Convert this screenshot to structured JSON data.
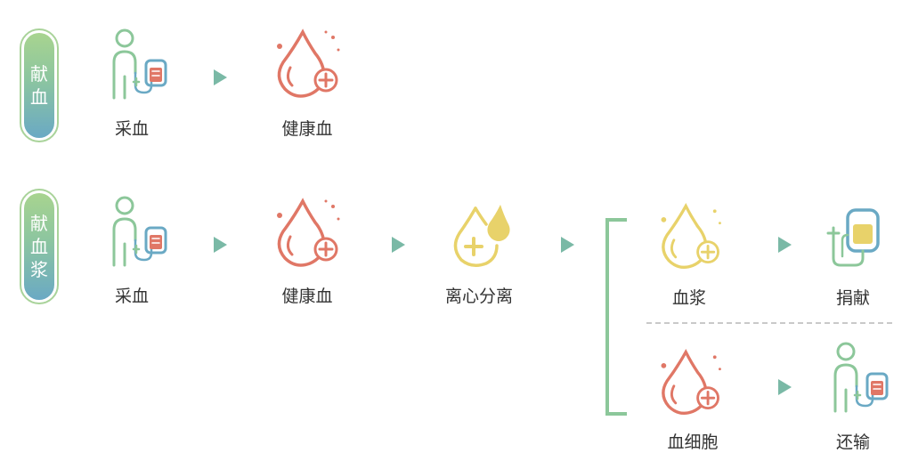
{
  "row1": {
    "tag_chars": [
      "献",
      "血"
    ],
    "steps": [
      "采血",
      "健康血"
    ]
  },
  "row2": {
    "tag_chars": [
      "献",
      "血",
      "浆"
    ],
    "steps": [
      "采血",
      "健康血",
      "离心分离"
    ],
    "branch_plasma": [
      "血浆",
      "捐献"
    ],
    "branch_cells": [
      "血细胞",
      "还输"
    ]
  },
  "colors": {
    "green": "#8cc79a",
    "blue": "#6aa9c4",
    "red": "#e07766",
    "yellow": "#e8d26a",
    "arrow": "#7ab9a6"
  },
  "icons": [
    "donor-icon",
    "blood-drop-icon",
    "centrifuge-drop-icon",
    "plasma-drop-icon",
    "blood-bag-icon"
  ]
}
